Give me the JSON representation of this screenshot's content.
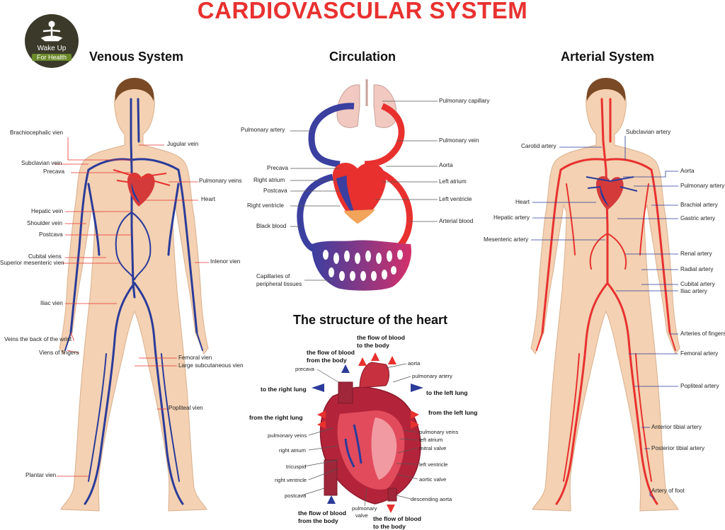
{
  "title": "CARDIOVASCULAR SYSTEM",
  "logo": {
    "line1": "Wake Up",
    "line2": "For Health"
  },
  "sections": {
    "venous": "Venous System",
    "circulation": "Circulation",
    "arterial": "Arterial System",
    "heart": "The structure of the heart"
  },
  "venous_labels": {
    "brachiocephalic": "Brachiocephalic vien",
    "jugular": "Jugular vein",
    "subclavian": "Subclavian vein",
    "precava": "Precava",
    "pulmonary_veins": "Pulmonary veins",
    "heart": "Heart",
    "hepatic": "Hepatic vein",
    "shoulder": "Shoulder vein",
    "postcava": "Postcava",
    "cubital": "Cubital viens",
    "superior_mesenteric": "Superior mesenteric vien",
    "inlenor": "Inlenor vien",
    "iliac": "Iliac vien",
    "back_wrist": "Veins the back of the wrist",
    "fingers": "Viens of fingers",
    "femoral": "Femoral vien",
    "large_subcutaneous": "Large subcutaneous vien",
    "popliteal": "Popliteal vien",
    "plantar": "Plantar vien"
  },
  "circulation_labels": {
    "pulmonary_capillary": "Pulmonary capillary",
    "pulmonary_artery": "Pulmonary artery",
    "pulmonary_vein": "Pulmonary vein",
    "precava": "Precava",
    "aorta": "Aorta",
    "right_atrium": "Right atrium",
    "left_atrium": "Left atrium",
    "postcava": "Postcava",
    "right_ventricle": "Right ventricle",
    "left_ventricle": "Left ventricle",
    "black_blood": "Black blood",
    "arterial_blood": "Arterial blood",
    "capillaries_1": "Capillaries of",
    "capillaries_2": "peripheral tissues"
  },
  "arterial_labels": {
    "subclavian": "Subclavian artery",
    "carotid": "Carotid artery",
    "aorta": "Aorta",
    "pulmonary": "Pulmonary artery",
    "heart": "Heart",
    "brachial": "Brachial artery",
    "hepatic": "Hepatic artery",
    "gastric": "Gastric artery",
    "mesenteric": "Mesenteric artery",
    "renal": "Renal artery",
    "radial": "Radial artery",
    "cubital": "Cubital artery",
    "iliac": "Iliac artery",
    "fingers": "Arteries of fingers",
    "femoral": "Femoral artery",
    "popliteal": "Popliteal artery",
    "anterior_tibial": "Anterior tibial artery",
    "posterior_tibial": "Posterior tibial artery",
    "foot": "Artery of foot"
  },
  "heart_labels": {
    "flow_body_top_1": "the flow of blood",
    "flow_body_top_2": "to the body",
    "flow_from_top_1": "the flow of blood",
    "flow_from_top_2": "from the body",
    "precava": "precava",
    "aorta": "aorta",
    "pulmonary_artery": "pulmonary artery",
    "to_right_lung": "to the right lung",
    "to_left_lung": "to the left lung",
    "from_right_lung": "from the right lung",
    "from_left_lung": "from the left lung",
    "pulmonary_veins_l": "pulmonary veins",
    "pulmonary_veins_r": "pulmonary veins",
    "left_atrium": "left atrium",
    "right_atrium": "right atrium",
    "mitral_valve": "mitral valve",
    "tricuspid": "tricuspid",
    "left_ventricle": "left ventricle",
    "right_ventricle": "right ventricle",
    "aortic_valve": "aortic valve",
    "postcava": "postcava",
    "descending_aorta": "descending aorta",
    "pulmonary_valve_1": "pulmonary",
    "pulmonary_valve_2": "valve",
    "flow_from_bottom_1": "the flow of blood",
    "flow_from_bottom_2": "from the body",
    "flow_to_bottom_1": "the flow of blood",
    "flow_to_bottom_2": "to the body"
  },
  "colors": {
    "title": "#e8312f",
    "vein": "#2b3b9a",
    "artery": "#e8312f",
    "skin": "#f3d1b2",
    "hair": "#7a4a26"
  }
}
